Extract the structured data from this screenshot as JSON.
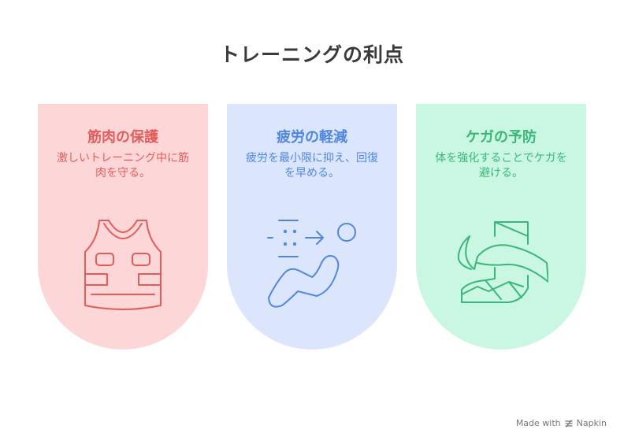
{
  "title": "トレーニングの利点",
  "cards": [
    {
      "title": "筋肉の保護",
      "description": "激しいトレーニング中に筋肉を守る。",
      "icon": "vest-icon",
      "bg": "#fdd7d7",
      "accent": "#e35b5b"
    },
    {
      "title": "疲労の軽減",
      "description": "疲労を最小限に抑え、回復を早める。",
      "icon": "recovery-figure-icon",
      "bg": "#dbe6fd",
      "accent": "#4f86e0"
    },
    {
      "title": "ケガの予防",
      "description": "体を強化することでケガを避ける。",
      "icon": "bandaged-leg-icon",
      "bg": "#c9f7e1",
      "accent": "#3bb67a"
    }
  ],
  "footer": {
    "made_with": "Made with",
    "brand": "Napkin"
  }
}
